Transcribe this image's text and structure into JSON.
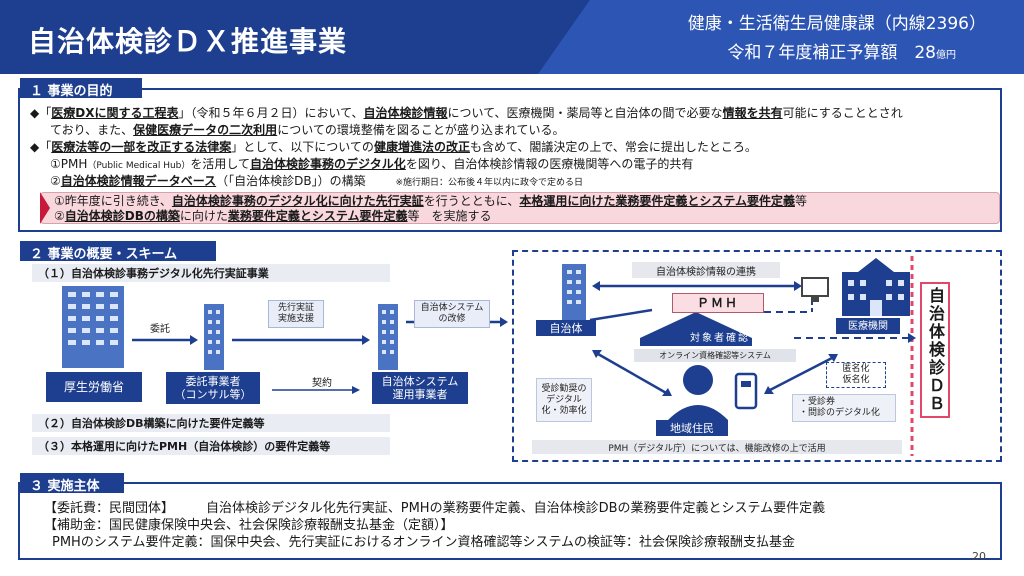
{
  "header": {
    "title": "自治体検診ＤＸ推進事業",
    "department": "健康・生活衛生局健康課（内線2396）",
    "budget_label": "令和７年度補正予算額　28",
    "budget_unit": "億円"
  },
  "section1": {
    "heading": "１ 事業の目的",
    "b1_l1_pre": "◆「",
    "b1_l1_a": "医療DXに関する工程表",
    "b1_l1_b": "」（令和５年６月２日）において、",
    "b1_l1_c": "自治体検診情報",
    "b1_l1_d": "について、医療機関・薬局等と自治体の間で必要な",
    "b1_l1_e": "情報を共有",
    "b1_l1_f": "可能にすることとされ",
    "b1_l2_a": "ており、また、",
    "b1_l2_b": "保健医療データの二次利用",
    "b1_l2_c": "についての環境整備を図ることが盛り込まれている。",
    "b2_l1_pre": "◆「",
    "b2_l1_a": "医療法等の一部を改正する法律案",
    "b2_l1_b": "」として、以下についての",
    "b2_l1_c": "健康増進法の改正",
    "b2_l1_d": "も含めて、閣議決定の上で、常会に提出したところ。",
    "i1_a": "①PMH",
    "i1_small": "（Public Medical Hub）",
    "i1_b": "を活用して",
    "i1_c": "自治体検診事務のデジタル化",
    "i1_d": "を図り、自治体検診情報の医療機関等への電子的共有",
    "i2_a": "②",
    "i2_b": "自治体検診情報データベース",
    "i2_c": "（「自治体検診DB」）の構築",
    "i2_note": "※施行期日：公布後４年以内に政令で定める日",
    "p1_a": "①昨年度に引き続き、",
    "p1_b": "自治体検診事務のデジタル化に向けた先行実証",
    "p1_c": "を行うとともに、",
    "p1_d": "本格運用に向けた業務要件定義とシステム要件定義",
    "p1_e": "等",
    "p2_a": "②",
    "p2_b": "自治体検診DBの構築",
    "p2_c": "に向けた",
    "p2_d": "業務要件定義とシステム要件定義",
    "p2_e": "等　を実施する"
  },
  "section2": {
    "heading": "２ 事業の概要・スキーム",
    "sub1": "（１）自治体検診事務デジタル化先行実証事業",
    "sub2": "（２）自治体検診DB構築に向けた要件定義等",
    "sub3": "（３）本格運用に向けたPMH（自治体検診）の要件定義等",
    "mhlw": "厚生労働省",
    "consign": "委託",
    "contractor": "委託事業者\n（コンサル等）",
    "support": "先行実証\n実施支援",
    "contract": "契約",
    "operator": "自治体システム\n運用事業者",
    "modify": "自治体システム\nの改修",
    "municipality": "自治体",
    "sharing": "自治体検診情報の連携",
    "pmh": "ＰＭＨ",
    "target_check": "対象者確認",
    "online_system": "オンライン資格確認等システム",
    "medical": "医療機関",
    "residents": "地域住民",
    "left_note": "受診勧奨の\nデジタル\n化・効率化",
    "right_note": "・受診券\n・問診のデジタル化",
    "anon": "匿名化\n仮名化",
    "pmh_note": "PMH（デジタル庁）については、機能改修の上で活用",
    "db": "自治体検診ＤＢ"
  },
  "section3": {
    "heading": "３ 実施主体",
    "l1_a": "【委託費：民間団体】",
    "l1_b": "自治体検診デジタル化先行実証、PMHの業務要件定義、自治体検診DBの業務要件定義とシステム要件定義",
    "l2": "【補助金：国民健康保険中央会、社会保険診療報酬支払基金（定額）】",
    "l3": "PMHのシステム要件定義：国保中央会、先行実証におけるオンライン資格確認等システムの検証等：社会保険診療報酬支払基金"
  },
  "page_number": "20",
  "colors": {
    "navy": "#1e3f8f",
    "pink": "#f8d7dd",
    "red": "#e0476a"
  }
}
